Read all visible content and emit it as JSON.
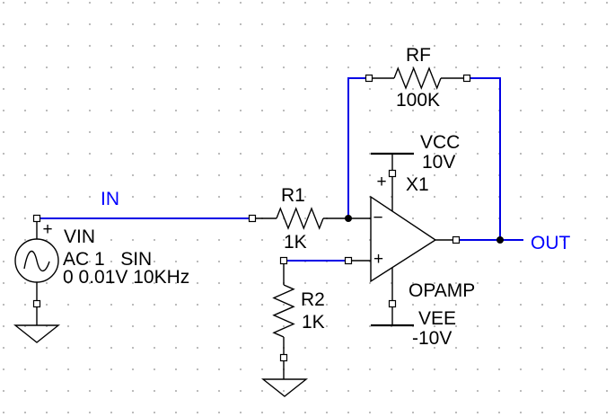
{
  "colors": {
    "background": "#ffffff",
    "grid_dot": "#b4b4b4",
    "wire": "#0000e6",
    "component": "#000000",
    "junction": "#000000",
    "net_label": "#0000ff",
    "component_label": "#000000"
  },
  "net_labels": {
    "in": "IN",
    "out": "OUT"
  },
  "components": {
    "vin": {
      "designator": "VIN",
      "spec_line1": "AC 1   SIN",
      "spec_line2": "0 0.01V 10KHz",
      "plus_marker": "+"
    },
    "r1": {
      "designator": "R1",
      "value": "1K"
    },
    "r2": {
      "designator": "R2",
      "value": "1K"
    },
    "rf": {
      "designator": "RF",
      "value": "100K"
    },
    "opamp": {
      "designator": "X1",
      "model": "OPAMP",
      "inverting_marker": "−",
      "noninverting_marker": "+",
      "supply_plus_marker": "+"
    },
    "vcc": {
      "name": "VCC",
      "value": "10V"
    },
    "vee": {
      "name": "VEE",
      "value": "-10V"
    }
  }
}
